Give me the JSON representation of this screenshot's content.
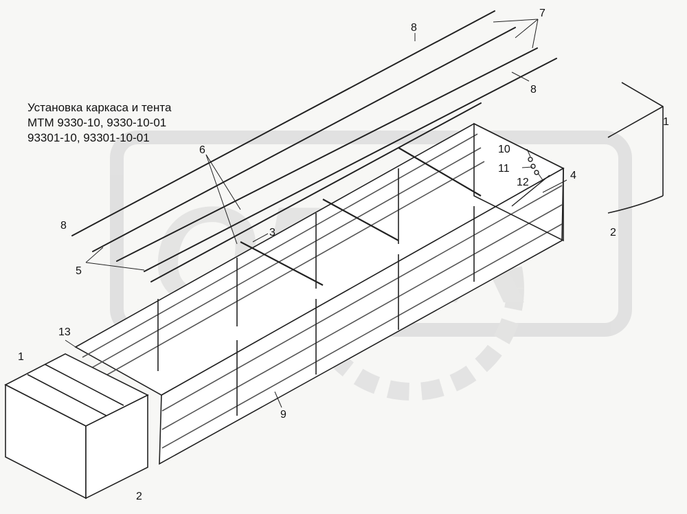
{
  "title": {
    "line1": "Установка каркаса и тента",
    "line2": "МТМ 9330-10, 9330-10-01",
    "line3": "93301-10, 93301-10-01"
  },
  "watermark": {
    "text": "ОРЕХ",
    "color": "#d6d6d6"
  },
  "callouts": {
    "c1_rear": "1",
    "c1_front": "1",
    "c2_rear": "2",
    "c2_front": "2",
    "c3": "3",
    "c4": "4",
    "c5": "5",
    "c6": "6",
    "c7": "7",
    "c8_top": "8",
    "c8_right": "8",
    "c8_left": "8",
    "c9": "9",
    "c10": "10",
    "c11": "11",
    "c12": "12",
    "c13": "13"
  },
  "colors": {
    "line": "#222222",
    "fill": "#f7f7f5",
    "hatch": "#555555"
  }
}
